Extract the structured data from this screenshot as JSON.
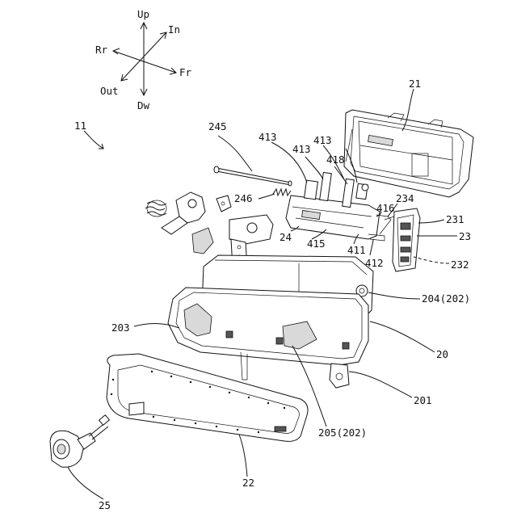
{
  "directions": {
    "up": "Up",
    "in": "In",
    "rr": "Rr",
    "fr": "Fr",
    "out": "Out",
    "dw": "Dw"
  },
  "figure_ref": "11",
  "labels": {
    "l21": "21",
    "l245": "245",
    "l413a": "413",
    "l413b": "413",
    "l413c": "413",
    "l418": "418",
    "l246": "246",
    "l234": "234",
    "l416": "416",
    "l231": "231",
    "l23": "23",
    "l24": "24",
    "l415": "415",
    "l411": "411",
    "l412": "412",
    "l232": "232",
    "l204": "204(202)",
    "l203": "203",
    "l20": "20",
    "l201": "201",
    "l205": "205(202)",
    "l22": "22",
    "l25": "25"
  }
}
